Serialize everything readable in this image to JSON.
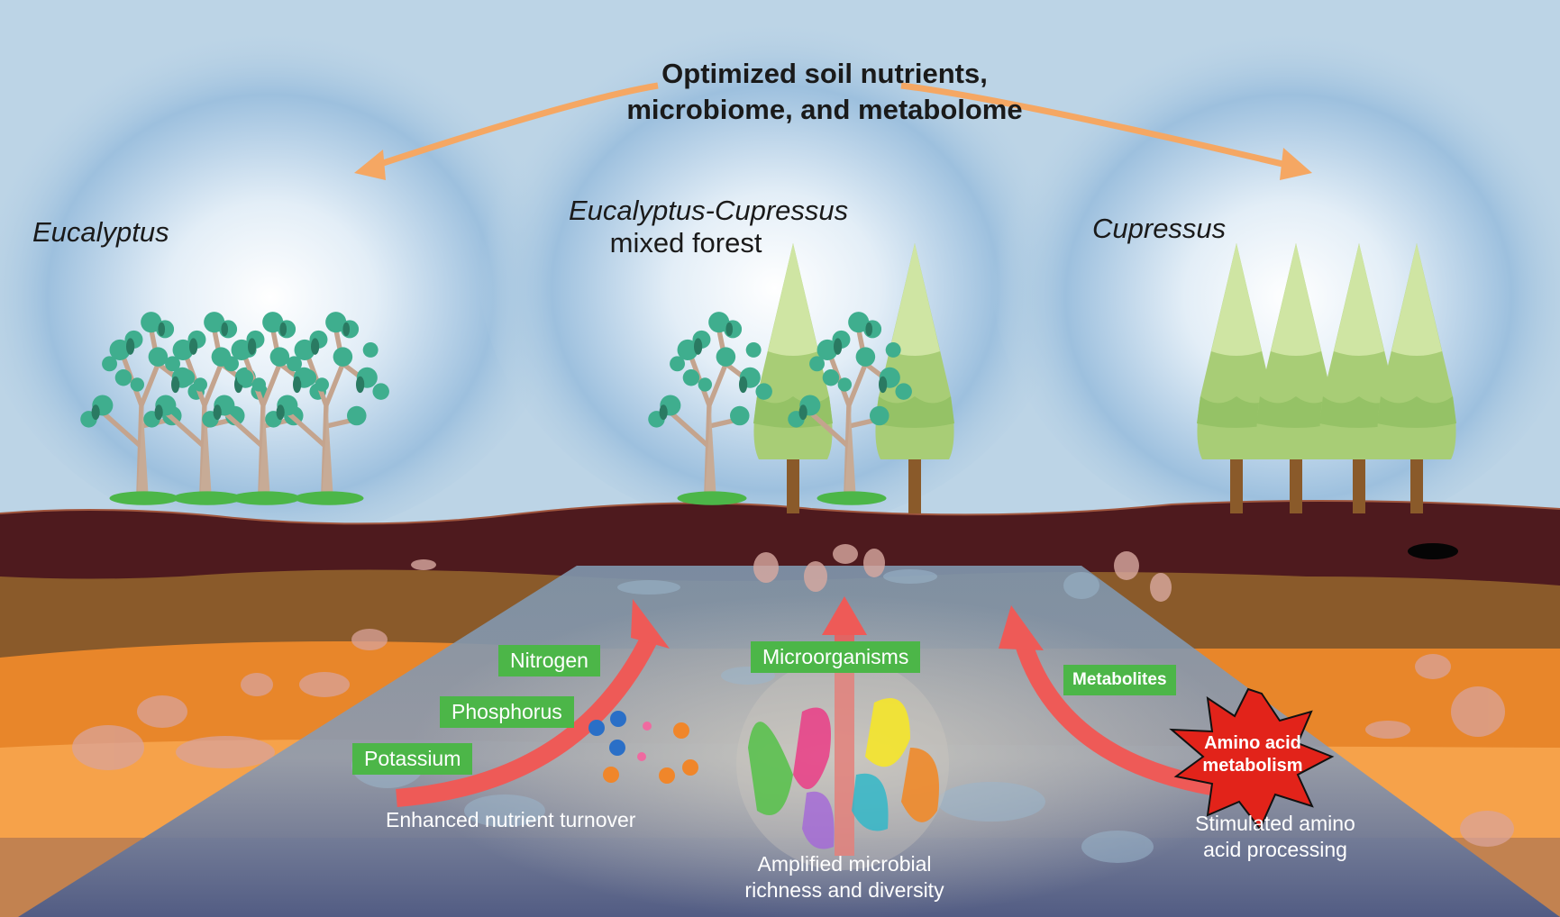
{
  "title": {
    "line1": "Optimized soil nutrients,",
    "line2": "microbiome, and metabolome"
  },
  "forests": {
    "left": "Eucalyptus",
    "middle_line1": "Eucalyptus-Cupressus",
    "middle_line2": "mixed forest",
    "right": "Cupressus"
  },
  "nutrients": {
    "nitrogen": "Nitrogen",
    "phosphorus": "Phosphorus",
    "potassium": "Potassium",
    "caption": "Enhanced nutrient turnover"
  },
  "microbes": {
    "label": "Microorganisms",
    "caption_line1": "Amplified microbial",
    "caption_line2": "richness and diversity"
  },
  "metabolites": {
    "label": "Metabolites",
    "burst_line1": "Amino acid",
    "burst_line2": "metabolism",
    "caption_line1": "Stimulated amino",
    "caption_line2": "acid processing"
  },
  "colors": {
    "sky": "#bcd4e6",
    "topsoil": "#4e1a1e",
    "brown_layer": "#8a5a2a",
    "orange_layer": "#e8862a",
    "tag_green": "#4cb648",
    "arrow_red": "#ee5a57",
    "arrow_orange": "#f5a763",
    "burst_red": "#e2231a"
  }
}
